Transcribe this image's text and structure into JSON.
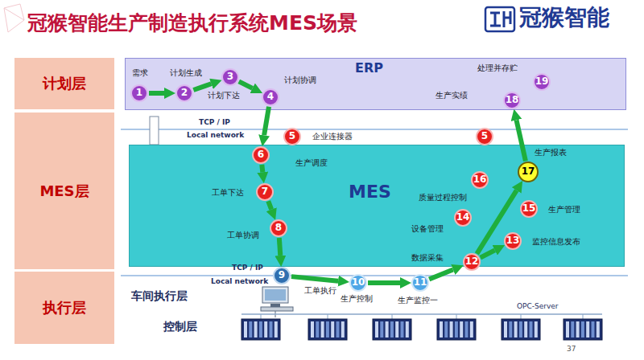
{
  "diagram": {
    "title": "冠猴智能生产制造执行系统MES场景",
    "nodes": [
      {
        "text": [
          "计划层"
        ]
      },
      {
        "text": [
          "ERP"
        ]
      },
      {
        "text": [
          "1",
          "需求"
        ],
        "in": 1
      },
      {
        "text": [
          "2",
          "计划生成"
        ],
        "in": 1
      },
      {
        "text": [
          "3",
          "计划下达"
        ],
        "in": 1
      },
      {
        "text": [
          "4",
          "计划协调"
        ],
        "in": 1
      },
      {
        "text": [
          "19",
          "处理并存贮"
        ],
        "in": 1
      },
      {
        "text": [
          "18",
          "生产实绩"
        ],
        "in": 1
      },
      {
        "text": [
          "5",
          "企业连接器"
        ]
      },
      {
        "text": [
          "5"
        ]
      },
      {
        "text": [
          "MES层"
        ]
      },
      {
        "text": [
          "MES"
        ]
      },
      {
        "text": [
          "6",
          "生产调度"
        ],
        "in": 11
      },
      {
        "text": [
          "7",
          "工单下达"
        ],
        "in": 11
      },
      {
        "text": [
          "8",
          "工单协调"
        ],
        "in": 11
      },
      {
        "text": [
          "16",
          "质量过程控制"
        ],
        "in": 11
      },
      {
        "text": [
          "17",
          "生产报表"
        ],
        "in": 11
      },
      {
        "text": [
          "14",
          "设备管理"
        ],
        "in": 11
      },
      {
        "text": [
          "15",
          "生产管理"
        ],
        "in": 11
      },
      {
        "text": [
          "13",
          "监控信息发布"
        ],
        "in": 11
      },
      {
        "text": [
          "12",
          "数据采集"
        ],
        "in": 11
      },
      {
        "text": [
          "执行层"
        ]
      },
      {
        "text": [
          "9"
        ]
      },
      {
        "text": [
          "10",
          "生产控制"
        ]
      },
      {
        "text": [
          "11",
          "生产监控一"
        ]
      }
    ],
    "edges": [
      {
        "from": 2,
        "to": 3,
        "arrow": "to"
      },
      {
        "from": 3,
        "to": 4,
        "arrow": "to"
      },
      {
        "from": 4,
        "to": 5,
        "arrow": "to"
      },
      {
        "from": 5,
        "to": 12,
        "arrow": "to"
      },
      {
        "from": 12,
        "to": 13,
        "arrow": "to"
      },
      {
        "from": 13,
        "to": 14,
        "arrow": "to"
      },
      {
        "from": 14,
        "to": 22,
        "arrow": "to"
      },
      {
        "from": 22,
        "to": 23,
        "label": "工单执行",
        "arrow": "to"
      },
      {
        "from": 23,
        "to": 24,
        "arrow": "to"
      },
      {
        "from": 24,
        "to": 20,
        "arrow": "to"
      },
      {
        "from": 20,
        "to": 19,
        "arrow": "to"
      },
      {
        "from": 20,
        "to": 16,
        "arrow": "to"
      },
      {
        "from": 16,
        "to": 7,
        "arrow": "to"
      }
    ],
    "labels": [
      "冠猴智能",
      "TCP / IP",
      "Local network",
      "TCP / IP",
      "Local network",
      "车间执行层",
      "控制层",
      "OPC-Server",
      "37"
    ]
  }
}
